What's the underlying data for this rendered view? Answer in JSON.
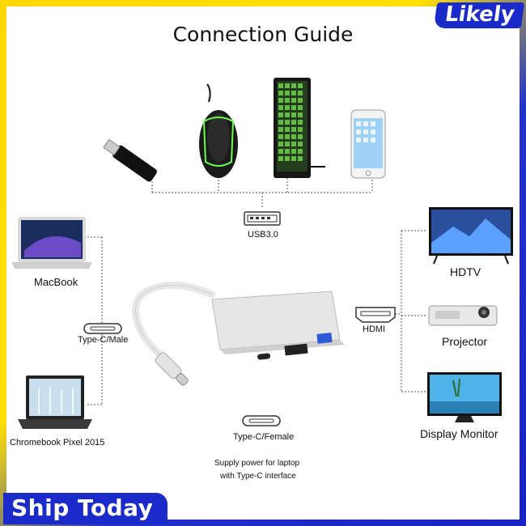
{
  "header": {
    "title": "Connection Guide"
  },
  "badges": {
    "top_right": "Likely",
    "bottom_left": "Ship Today"
  },
  "ports": {
    "usb": "USB3.0",
    "type_c_male": "Type-C/Male",
    "type_c_female": "Type-C/Female",
    "hdmi": "HDMI"
  },
  "devices": {
    "macbook": "MacBook",
    "chromebook": "Chromebook Pixel 2015",
    "hdtv": "HDTV",
    "projector": "Projector",
    "monitor": "Display Monitor"
  },
  "note": {
    "line1": "Supply power for laptop",
    "line2": "with Type-C interface"
  }
}
